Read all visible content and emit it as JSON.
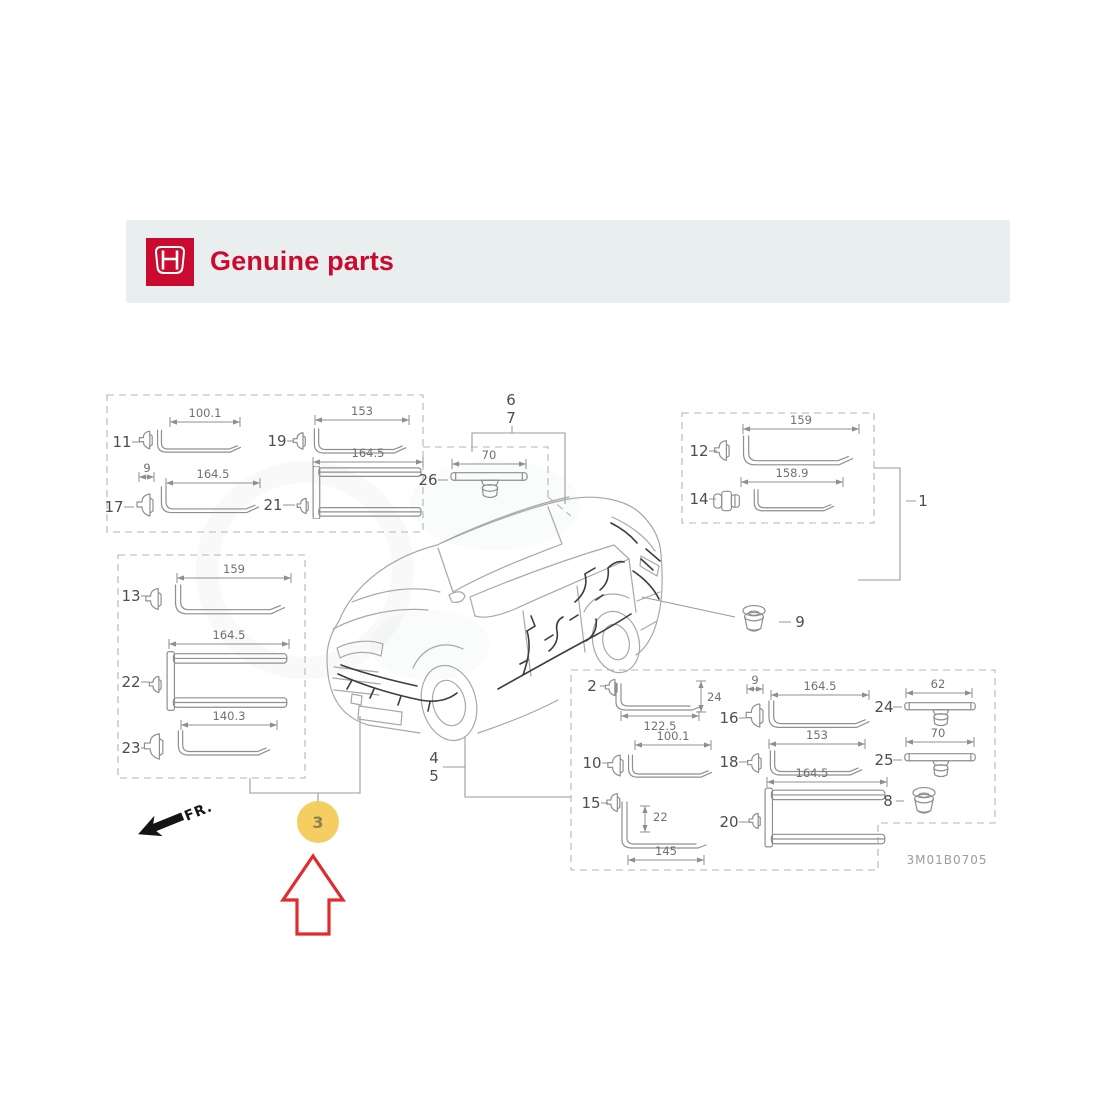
{
  "colors": {
    "brand_red": "#cb0a30",
    "banner_bg": "#e9efee",
    "highlight_yellow": "#f3ca55",
    "arrow_red": "#df2c2e",
    "diagram_line": "#9a9a9a"
  },
  "header": {
    "title": "Genuine parts",
    "logo": "honda-h-emblem"
  },
  "diagram": {
    "drawing_code": "3M01B0705",
    "fr_label": "FR.",
    "highlight": {
      "ref": "3"
    },
    "refs": {
      "r1": "1",
      "r4": "4",
      "r5": "5",
      "r6": "6",
      "r7": "7"
    },
    "parts": {
      "p11": {
        "label": "11",
        "dim": "100.1"
      },
      "p19": {
        "label": "19",
        "dim": "153"
      },
      "p17": {
        "label": "17",
        "dim_a": "9",
        "dim": "164.5"
      },
      "p21": {
        "label": "21",
        "dim": "164.5"
      },
      "p26": {
        "label": "26",
        "dim": "70"
      },
      "p12": {
        "label": "12",
        "dim": "159"
      },
      "p14": {
        "label": "14",
        "dim": "158.9"
      },
      "p13": {
        "label": "13",
        "dim": "159"
      },
      "p22": {
        "label": "22",
        "dim": "164.5"
      },
      "p23": {
        "label": "23",
        "dim": "140.3"
      },
      "p2": {
        "label": "2",
        "dim_a": "24",
        "dim": "122.5"
      },
      "p16": {
        "label": "16",
        "dim_a": "9",
        "dim": "164.5"
      },
      "p10": {
        "label": "10",
        "dim": "100.1"
      },
      "p18": {
        "label": "18",
        "dim": "153"
      },
      "p15": {
        "label": "15",
        "dim_a": "22",
        "dim": "145"
      },
      "p20": {
        "label": "20",
        "dim": "164.5"
      },
      "p24": {
        "label": "24",
        "dim": "62"
      },
      "p25": {
        "label": "25",
        "dim": "70"
      },
      "p8": {
        "label": "8"
      },
      "p9": {
        "label": "9"
      }
    }
  }
}
